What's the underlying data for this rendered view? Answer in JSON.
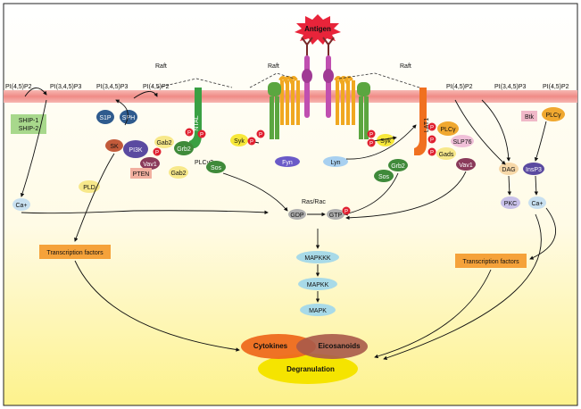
{
  "antigen": "Antigen",
  "rafts": [
    "Raft",
    "Raft",
    "Raft"
  ],
  "membrane_labels": {
    "pi45p2_left": "PI(4,5)P2",
    "pi345p3_left": "PI(3,4,5)P3",
    "pi345p3_mid": "PI(3,4,5)P3",
    "pi45p2_mid": "PI(4,5)P2",
    "pi45p2_right1": "PI(4,5)P2",
    "pi345p3_right": "PI(3,4,5)P3",
    "pi45p2_right2": "PI(4,5)P2"
  },
  "nodes": {
    "ship1": "SHIP-1",
    "ship2": "SHIP-2",
    "s1p": "S1P",
    "sph": "SPH",
    "sk": "SK",
    "pi3k": "PI3K",
    "gab2_top": "Gab2",
    "grb2_left": "Grb2",
    "plcg_left": "PLCγ?",
    "vav1_left": "Vav1",
    "gab2_bottom": "Gab2",
    "pten": "PTEN",
    "pld": "PLD",
    "sos_left": "Sos",
    "ntal": "NTAL",
    "syk_left": "Syk",
    "fyn": "Fyn",
    "lyn": "Lyn",
    "syk_right": "Syk",
    "lat1": "LAT1",
    "plcg_right": "PLCγ",
    "slp76": "SLP76",
    "gads": "Gads",
    "vav1_right": "Vav1",
    "grb2_right": "Grb2",
    "sos_right": "Sos",
    "ras_rac": "Ras/Rac",
    "gdp": "GDP",
    "gtp": "GTP",
    "mapkkk": "MAPKKK",
    "mapkk": "MAPKK",
    "mapk": "MAPK",
    "dag": "DAG",
    "insp3": "InsP3",
    "pkc": "PKC",
    "ca_right": "Ca+",
    "ca_left": "Ca+",
    "btk": "Btk",
    "plcg_far": "PLCγ"
  },
  "p_label": "P",
  "transcription_left": "Transcription factors",
  "transcription_right": "Transcription factors",
  "outputs": {
    "cytokines": "Cytokines",
    "eicosanoids": "Eicosanoids",
    "degranulation": "Degranulation"
  }
}
